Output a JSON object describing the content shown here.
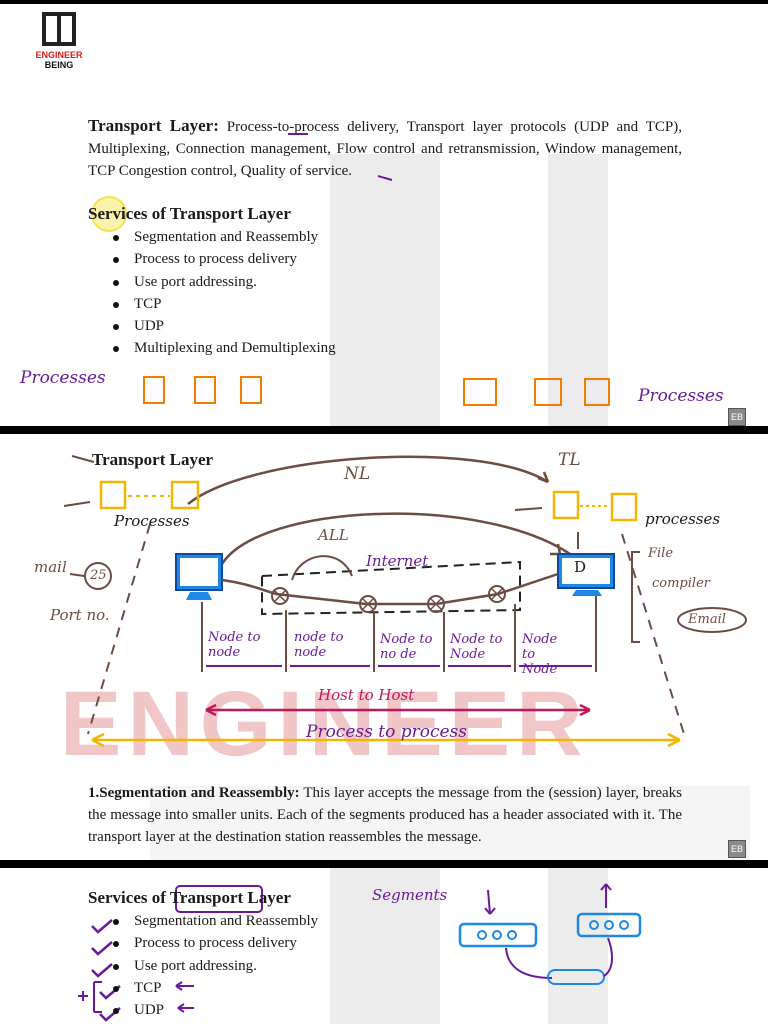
{
  "logo": {
    "top_text": "ENGINEER",
    "bottom_text": "BEING"
  },
  "watermark": {
    "text": "ENGINEER"
  },
  "slide1": {
    "intro_title": "Transport Layer:",
    "intro_text": "Process-to-process delivery, Transport layer protocols (UDP and TCP), Multiplexing, Connection management, Flow control and retransmission, Window management, TCP Congestion control, Quality of service.",
    "heading": "Services of Transport Layer",
    "services": [
      "Segmentation and Reassembly",
      "Process to process delivery",
      "Use port addressing.",
      "TCP",
      "UDP",
      "Multiplexing and Demultiplexing"
    ],
    "left_note": "Processes",
    "right_note": "Processes"
  },
  "slide2": {
    "title": "Transport Layer",
    "nl": "NL",
    "tl": "TL",
    "all": "ALL",
    "internet": "Internet",
    "processes_left": "Processes",
    "processes_right": "processes",
    "mail": "mail",
    "port_value": "25",
    "port_label": "Port no.",
    "dest_label": "D",
    "right_apps": [
      "File",
      "compiler",
      "Email"
    ],
    "hop_labels": [
      "Node to node",
      "node to node",
      "Node to no de",
      "Node to Node",
      "Node to Node"
    ],
    "host_to_host": "Host to Host",
    "process_to_process": "Process to process",
    "seg_title": "1.Segmentation and Reassembly:",
    "seg_text": "This layer accepts the message from the (session) layer, breaks the message into smaller units. Each of the segments produced has a header associated with it. The transport layer at the destination station reassembles the message."
  },
  "slide3": {
    "heading": "Services of Transport Layer",
    "services": [
      "Segmentation and Reassembly",
      "Process to process delivery",
      "Use port addressing.",
      "TCP",
      "UDP"
    ],
    "segments_note": "Segments"
  },
  "colors": {
    "purple": "#6a1b9a",
    "orange": "#f57c00",
    "brown": "#6d4c41",
    "blue": "#1e88e5",
    "pink": "#c2185b",
    "gold": "#f2b600"
  }
}
